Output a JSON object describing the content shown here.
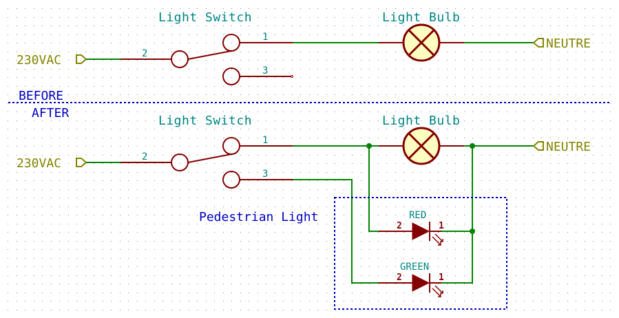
{
  "colors": {
    "background": "#ffffff",
    "grid_dot": "#848484",
    "wire": "#008400",
    "component": "#840000",
    "bulb_fill": "#ffffc2",
    "reference_text": "#008484",
    "port": "#848400",
    "note": "#0000c2"
  },
  "before": {
    "section_label": "BEFORE",
    "switch": {
      "title": "Light Switch",
      "pins": [
        "1",
        "2",
        "3"
      ]
    },
    "bulb": {
      "title": "Light Bulb",
      "icon": "lamp-icon"
    },
    "input_port": {
      "label": "230VAC",
      "icon": "input-port-arrow-icon"
    },
    "output_port": {
      "label": "NEUTRE",
      "icon": "output-port-arrow-icon"
    }
  },
  "after": {
    "section_label": "AFTER",
    "switch": {
      "title": "Light Switch",
      "pins": [
        "1",
        "2",
        "3"
      ]
    },
    "bulb": {
      "title": "Light Bulb",
      "icon": "lamp-icon"
    },
    "input_port": {
      "label": "230VAC",
      "icon": "input-port-arrow-icon"
    },
    "output_port": {
      "label": "NEUTRE",
      "icon": "output-port-arrow-icon"
    },
    "group_label": "Pedestrian Light",
    "leds": [
      {
        "name": "RED",
        "pin_anode": "2",
        "pin_cathode": "1",
        "icon": "led-icon"
      },
      {
        "name": "GREEN",
        "pin_anode": "2",
        "pin_cathode": "1",
        "icon": "led-icon"
      }
    ]
  }
}
